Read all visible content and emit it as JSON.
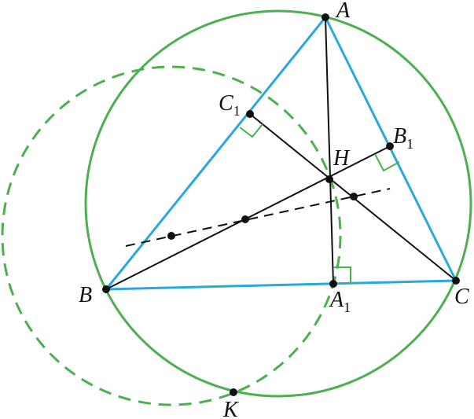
{
  "colors": {
    "circle": "#4caf50",
    "triangle": "#29a8e0",
    "line": "#111111",
    "right_angle": "#4caf50",
    "point": "#111111"
  },
  "labels": {
    "A": "A",
    "B": "B",
    "C": "C",
    "H": "H",
    "K": "K",
    "A1": "A",
    "A1_sub": "1",
    "B1": "B",
    "B1_sub": "1",
    "C1": "C",
    "C1_sub": "1"
  }
}
